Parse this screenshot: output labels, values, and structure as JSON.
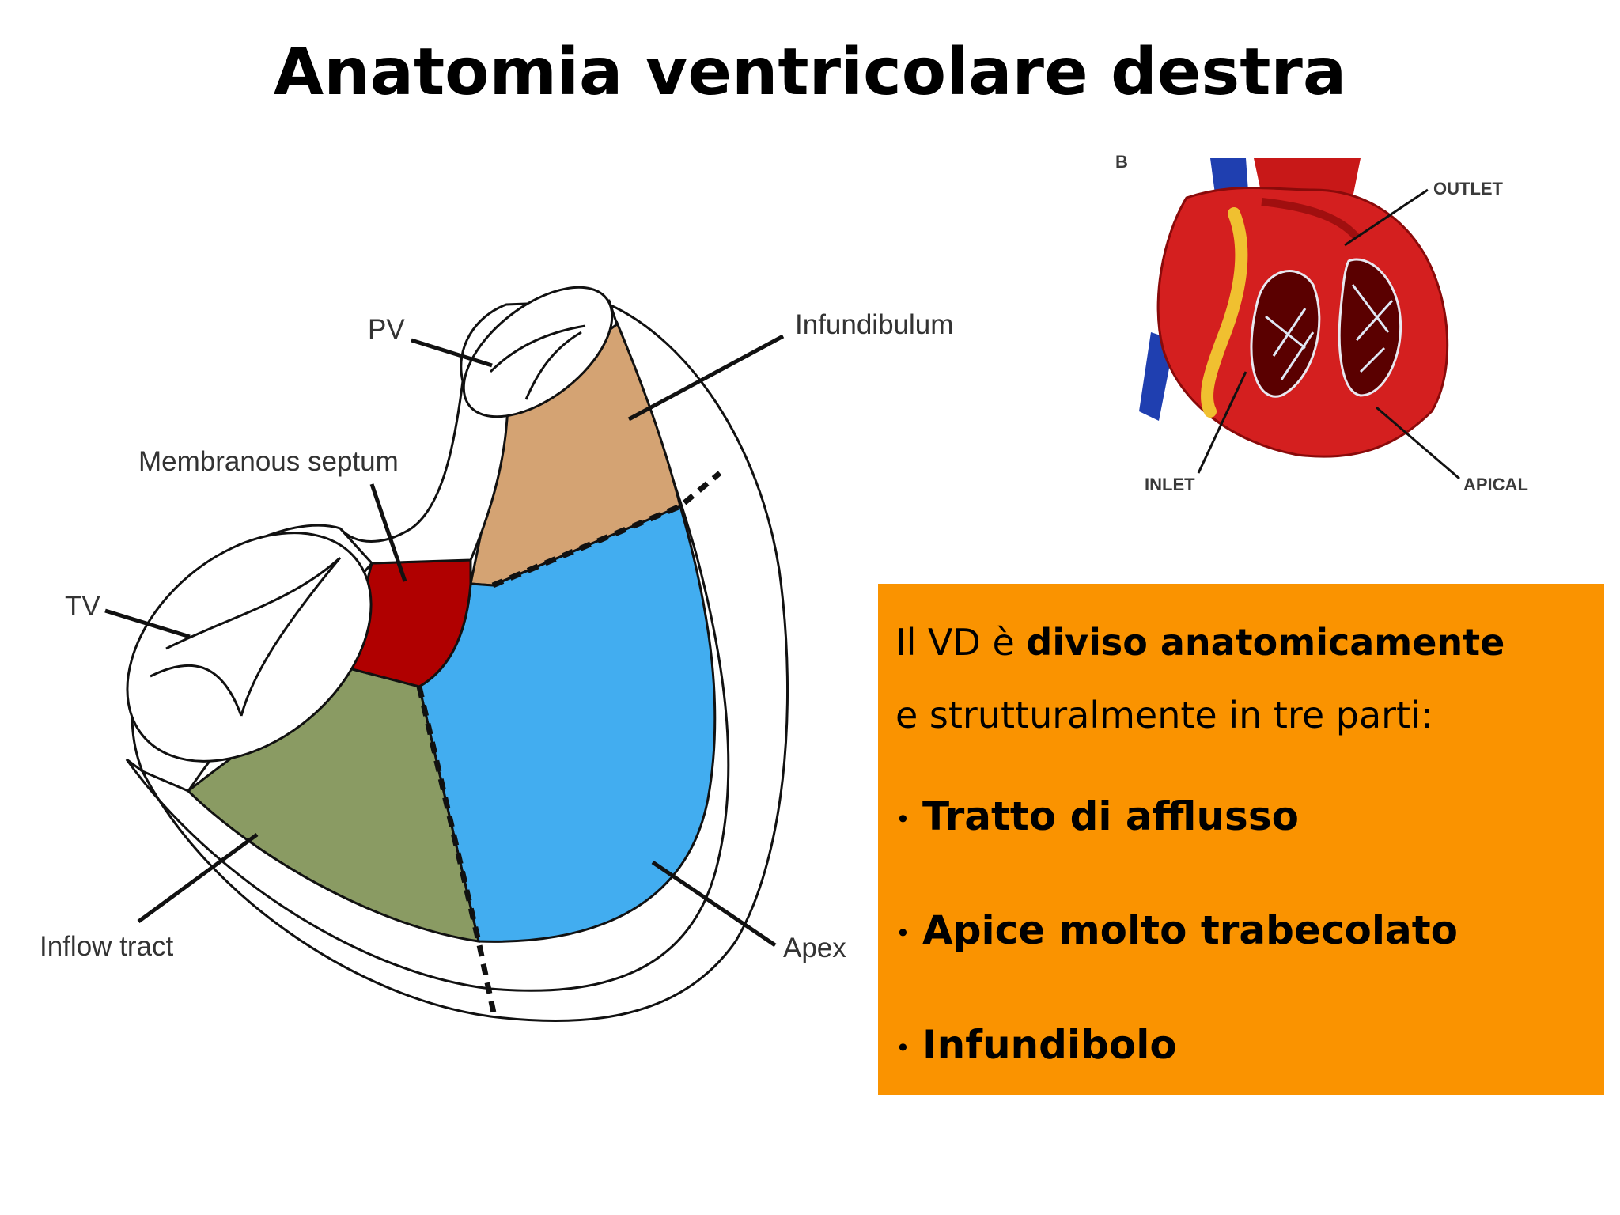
{
  "slide": {
    "title": "Anatomia ventricolare destra"
  },
  "diagram": {
    "labels": {
      "pv": "PV",
      "infundibulum": "Infundibulum",
      "membranous_septum": "Membranous septum",
      "tv": "TV",
      "inflow_tract": "Inflow tract",
      "apex": "Apex"
    },
    "region_colors": {
      "infundibulum": "#d4a373",
      "membranous_septum": "#b00000",
      "inflow_tract": "#8a9b63",
      "apex": "#42adf0"
    }
  },
  "heart_image": {
    "panel_letter": "B",
    "labels": {
      "outlet": "OUTLET",
      "inlet": "INLET",
      "apical": "APICAL"
    }
  },
  "info_box": {
    "background": "#fa9300",
    "intro_plain_1": "Il VD è ",
    "intro_bold": "diviso anatomicamente",
    "intro_plain_2": "e strutturalmente in tre parti:",
    "bullets": [
      "Tratto di afflusso",
      "Apice molto trabecolato",
      "Infundibolo"
    ]
  }
}
